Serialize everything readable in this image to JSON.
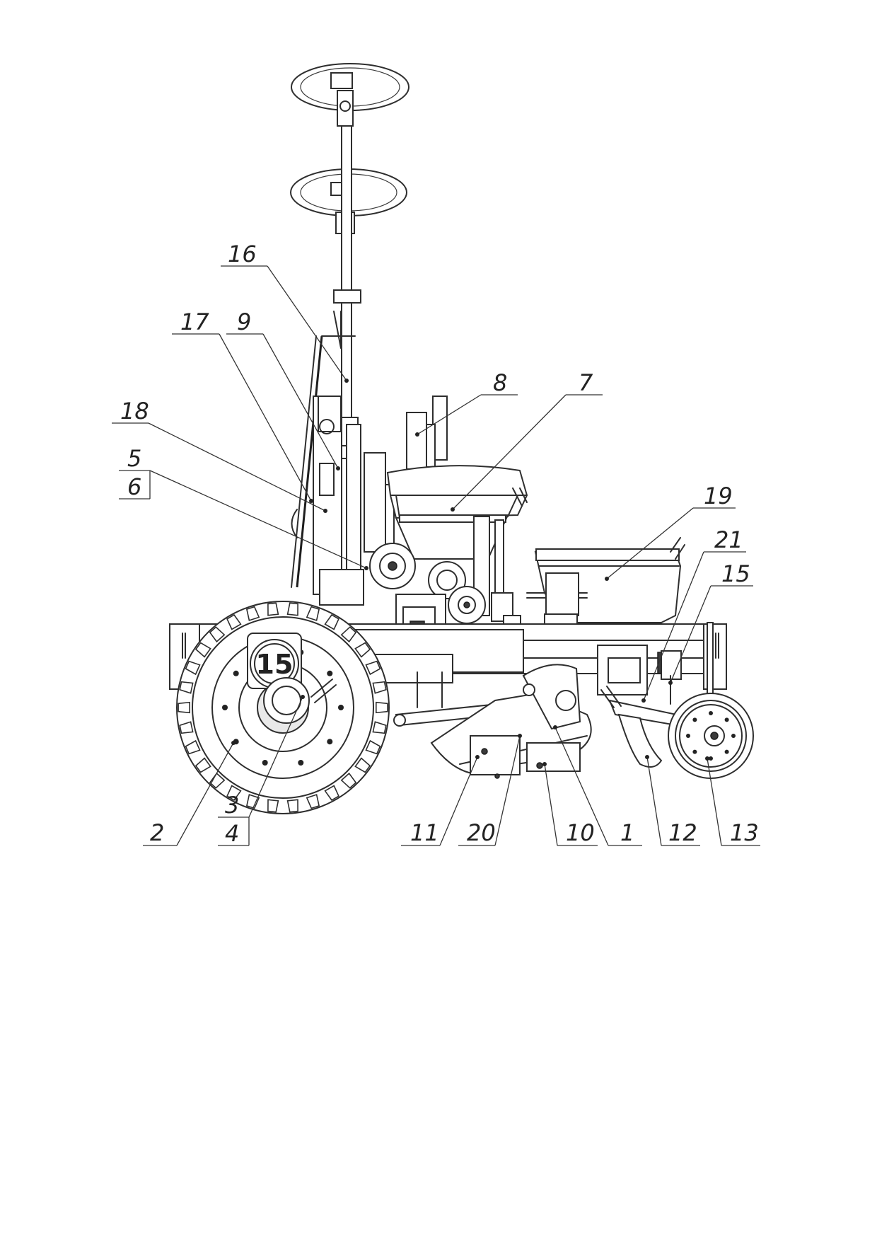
{
  "badge": {
    "text": "15"
  },
  "callouts": {
    "c1": "1",
    "c2": "2",
    "c3": "3",
    "c4": "4",
    "c5": "5",
    "c6": "6",
    "c7": "7",
    "c8": "8",
    "c9": "9",
    "c10": "10",
    "c11": "11",
    "c12": "12",
    "c13": "13",
    "c15": "15",
    "c16": "16",
    "c17": "17",
    "c18": "18",
    "c19": "19",
    "c20": "20",
    "c21": "21"
  }
}
